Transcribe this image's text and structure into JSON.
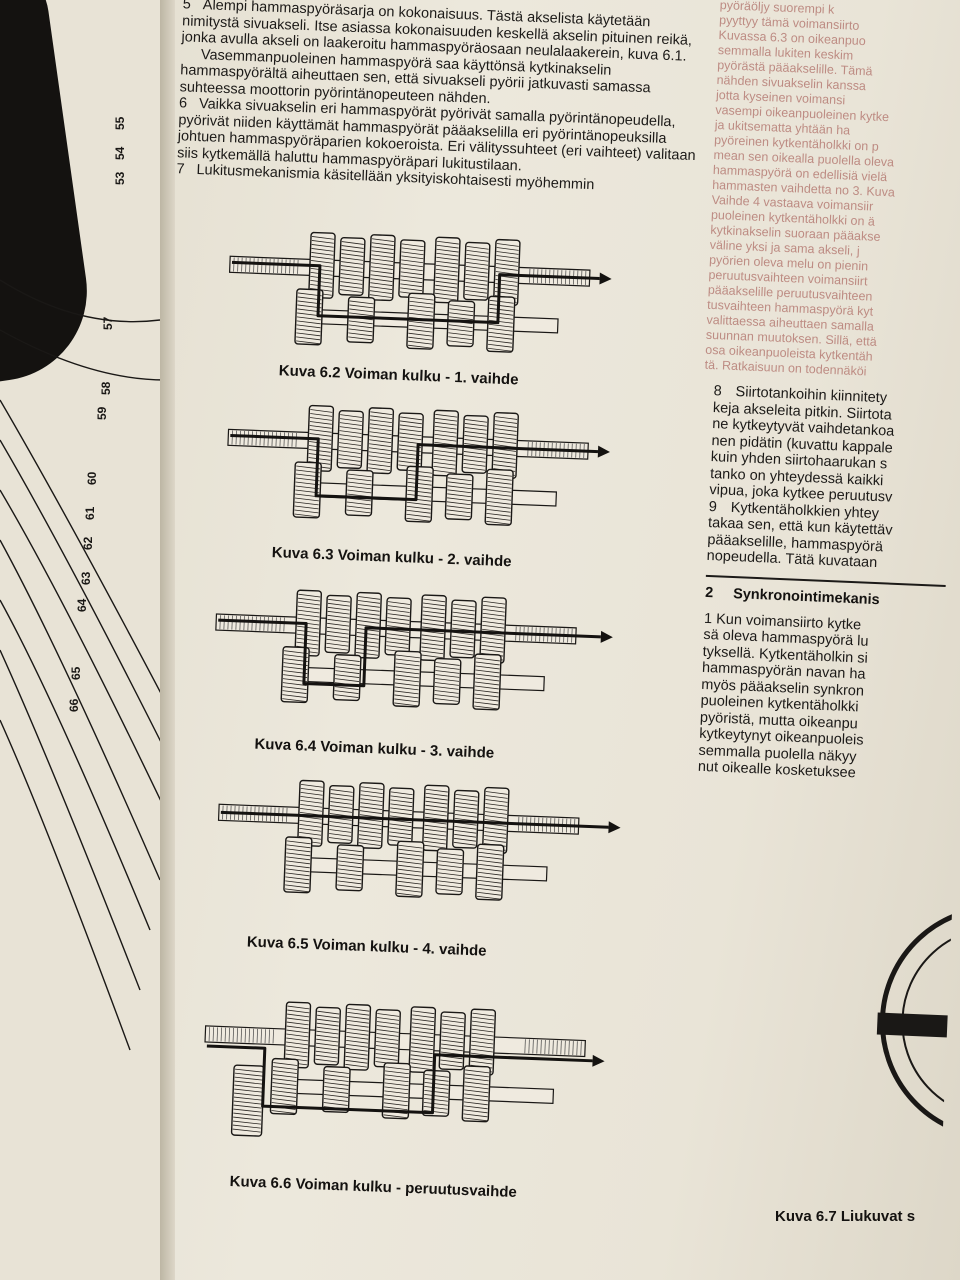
{
  "left_margin_labels": [
    "57",
    "58",
    "59",
    "60",
    "61",
    "62",
    "63",
    "64",
    "65",
    "66",
    "55",
    "54",
    "53"
  ],
  "intro_paragraphs": [
    {
      "num": "5",
      "text": "Alempi hammaspyöräsarja on kokonaisuus. Tästä akselista käytetään nimitystä sivuakseli. Itse asiassa kokonaisuuden keskellä akselin pituinen reikä, jonka avulla akseli on laakeroitu hammaspyöräosaan neulalaakerein, kuva 6.1."
    },
    {
      "num": "",
      "text": "Vasemmanpuoleinen hammaspyörä saa käyttönsä kytkinakselin hammaspyörältä aiheuttaen sen, että sivuakseli pyörii jatkuvasti samassa suhteessa moottorin pyörintänopeuteen nähden."
    },
    {
      "num": "6",
      "text": "Vaikka sivuakselin eri hammaspyörät pyörivät samalla pyörintänopeudella, pyörivät niiden käyttämät hammaspyörät pääakselilla eri pyörintänopeuksilla johtuen hammaspyöräparien kokoeroista. Eri välityssuhteet (eri vaihteet) valitaan siis kytkemällä haluttu hammaspyöräpari lukitustilaan."
    },
    {
      "num": "7",
      "text": "Lukitusmekanismia käsitellään yksityiskohtaisesti myöhemmin"
    }
  ],
  "figures": [
    {
      "id": "6.2",
      "caption": "Kuva 6.2 Voiman kulku - 1. vaihde"
    },
    {
      "id": "6.3",
      "caption": "Kuva 6.3 Voiman kulku - 2. vaihde"
    },
    {
      "id": "6.4",
      "caption": "Kuva 6.4 Voiman kulku - 3. vaihde"
    },
    {
      "id": "6.5",
      "caption": "Kuva 6.5 Voiman kulku - 4. vaihde"
    },
    {
      "id": "6.6",
      "caption": "Kuva 6.6 Voiman kulku - peruutusvaihde"
    }
  ],
  "right_column": {
    "faded_lines": [
      "pyöräöljy suorempi k",
      "pyyttyy tämä voimansiirto",
      "Kuvassa 6.3 on oikeanpuo",
      "semmalla lukiten keskim",
      "pyörästä pääakselille. Tämä",
      "nähden sivuakselin kanssa",
      "jotta kyseinen voimansi",
      "vasempi oikeanpuoleinen kytke",
      "ja ukitsematta yhtään ha",
      "pyöreinen kytkentäholkki on p",
      "mean sen oikealla puolella oleva",
      "hammaspyörä on edellisiä vielä",
      "hammasten vaihdetta no 3. Kuva",
      "Vaihde 4 vastaava voimansiir",
      "puoleinen kytkentäholkki on ä",
      "kytkinakselin suoraan pääakse",
      "väline yksi ja sama akseli, j",
      "pyörien oleva melu on pienin",
      "peruutusvaihteen voimansiirt",
      "pääakselille peruutusvaihteen",
      "tusvaihteen hammaspyörä kyt",
      "valittaessa aiheuttaen samalla",
      "suunnan muutoksen. Sillä, että",
      "osa oikeanpuoleista kytkentäh",
      "tä. Ratkaisuun on todennäköi"
    ],
    "para8_num": "8",
    "para8_lines": [
      "Siirtotankoihin kiinnitety",
      "keja akseleita pitkin. Siirtota",
      "ne kytkeytyvät vaihdetankoa",
      "nen pidätin (kuvattu kappale",
      "kuin yhden siirtohaarukan s",
      "tanko on yhteydessä kaikki",
      "vipua, joka kytkee peruutusv"
    ],
    "para9_num": "9",
    "para9_lines": [
      "Kytkentäholkkien yhtey",
      "takaa sen, että kun käytettäv",
      "pääakselille, hammaspyörä",
      "nopeudella. Tätä kuvataan"
    ],
    "section_num": "2",
    "section_title": "Synkronointimekanis",
    "section_lines": [
      "1 Kun voimansiirto kytke",
      "sä oleva hammaspyörä lu",
      "tyksellä. Kytkentäholkin si",
      "hammaspyörän navan ha",
      "myös pääakselin synkron",
      "puoleinen kytkentäholkki",
      "pyöristä, mutta oikeanpu",
      "kytkeytynyt oikeanpuoleis",
      "semmalla puolella näkyy",
      "nut oikealle kosketuksee"
    ]
  },
  "right_caption": "Kuva 6.7 Liukuvat s"
}
